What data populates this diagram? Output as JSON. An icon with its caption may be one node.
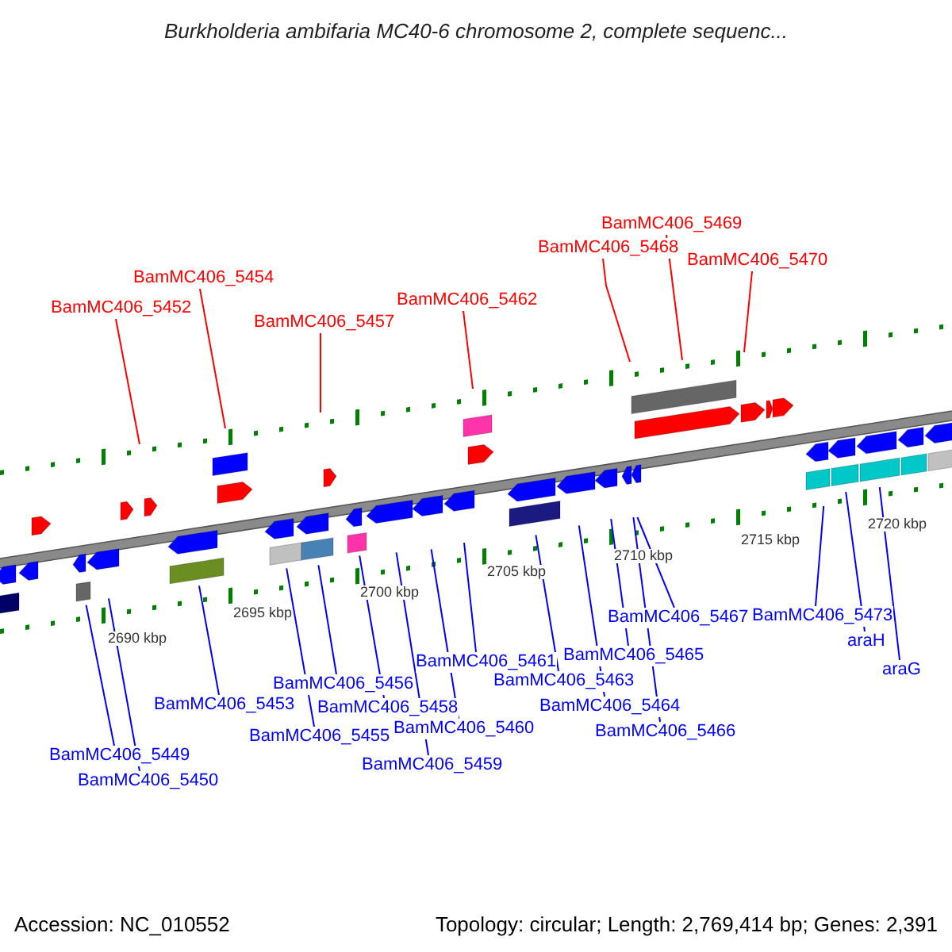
{
  "diagram": {
    "title": "Burkholderia ambifaria MC40-6 chromosome 2, complete sequenc...",
    "nodes": [
      {
        "text": [
          "BamMC406_5452"
        ]
      },
      {
        "text": [
          "BamMC406_5454"
        ]
      },
      {
        "text": [
          "BamMC406_5457"
        ]
      },
      {
        "text": [
          "BamMC406_5462"
        ]
      },
      {
        "text": [
          "BamMC406_5468"
        ]
      },
      {
        "text": [
          "BamMC406_5469"
        ]
      },
      {
        "text": [
          "BamMC406_5470"
        ]
      },
      {
        "text": [
          "BamMC406_5449"
        ]
      },
      {
        "text": [
          "BamMC406_5450"
        ]
      },
      {
        "text": [
          "BamMC406_5453"
        ]
      },
      {
        "text": [
          "BamMC406_5455"
        ]
      },
      {
        "text": [
          "BamMC406_5456"
        ]
      },
      {
        "text": [
          "BamMC406_5458"
        ]
      },
      {
        "text": [
          "BamMC406_5459"
        ]
      },
      {
        "text": [
          "BamMC406_5460"
        ]
      },
      {
        "text": [
          "BamMC406_5461"
        ]
      },
      {
        "text": [
          "BamMC406_5463"
        ]
      },
      {
        "text": [
          "BamMC406_5464"
        ]
      },
      {
        "text": [
          "BamMC406_5465"
        ]
      },
      {
        "text": [
          "BamMC406_5466"
        ]
      },
      {
        "text": [
          "BamMC406_5467"
        ]
      },
      {
        "text": [
          "BamMC406_5473"
        ]
      },
      {
        "text": [
          "araH"
        ]
      },
      {
        "text": [
          "araG"
        ]
      }
    ],
    "edges": [
      {
        "from": 0,
        "to": null,
        "arrow": "none",
        "color": "#ff0000"
      },
      {
        "from": 1,
        "to": null,
        "arrow": "none",
        "color": "#ff0000"
      },
      {
        "from": 2,
        "to": null,
        "arrow": "none",
        "color": "#ff0000"
      },
      {
        "from": 3,
        "to": null,
        "arrow": "none",
        "color": "#ff0000"
      },
      {
        "from": 4,
        "to": null,
        "arrow": "none",
        "color": "#ff0000"
      },
      {
        "from": 5,
        "to": null,
        "arrow": "none",
        "color": "#ff0000"
      },
      {
        "from": 6,
        "to": null,
        "arrow": "none",
        "color": "#ff0000"
      },
      {
        "from": 7,
        "to": null,
        "arrow": "none"
      },
      {
        "from": 8,
        "to": null,
        "arrow": "none"
      },
      {
        "from": 9,
        "to": null,
        "arrow": "none"
      },
      {
        "from": 10,
        "to": null,
        "arrow": "none"
      },
      {
        "from": 11,
        "to": null,
        "arrow": "none"
      },
      {
        "from": 12,
        "to": null,
        "arrow": "none"
      },
      {
        "from": 13,
        "to": null,
        "arrow": "none"
      },
      {
        "from": 14,
        "to": null,
        "arrow": "none"
      },
      {
        "from": 15,
        "to": null,
        "arrow": "none"
      },
      {
        "from": 16,
        "to": null,
        "arrow": "none"
      },
      {
        "from": 17,
        "to": null,
        "arrow": "none"
      },
      {
        "from": 18,
        "to": null,
        "arrow": "none"
      },
      {
        "from": 19,
        "to": null,
        "arrow": "none"
      },
      {
        "from": 20,
        "to": null,
        "arrow": "none"
      },
      {
        "from": 21,
        "to": null,
        "arrow": "none"
      },
      {
        "from": 22,
        "to": null,
        "arrow": "none"
      },
      {
        "from": 23,
        "to": null,
        "arrow": "none"
      }
    ],
    "labels": [
      "2690 kbp",
      "2695 kbp",
      "2700 kbp",
      "2705 kbp",
      "2710 kbp",
      "2715 kbp",
      "2720 kbp",
      "Accession: NC_010552",
      "Topology: circular; Length: 2,769,414 bp; Genes: 2,391"
    ]
  }
}
